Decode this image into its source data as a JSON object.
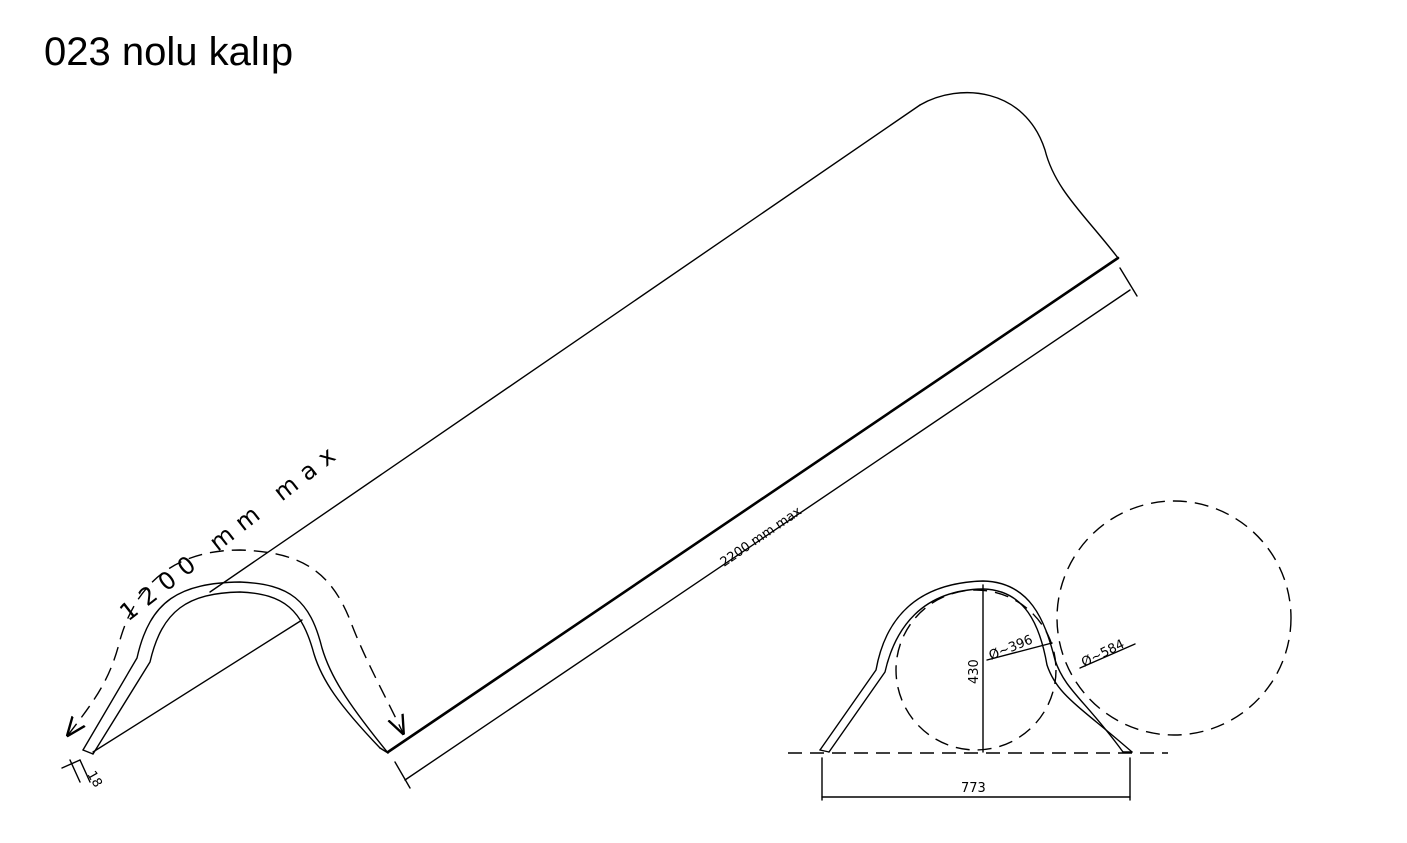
{
  "title": "023 nolu kalıp",
  "dimensions": {
    "width_arc": "1200 mm max",
    "length": "2200 mm max",
    "thickness": "18",
    "height": "430",
    "inner_diameter": "Ø~396",
    "outer_diameter": "Ø~584",
    "base_width": "773"
  }
}
